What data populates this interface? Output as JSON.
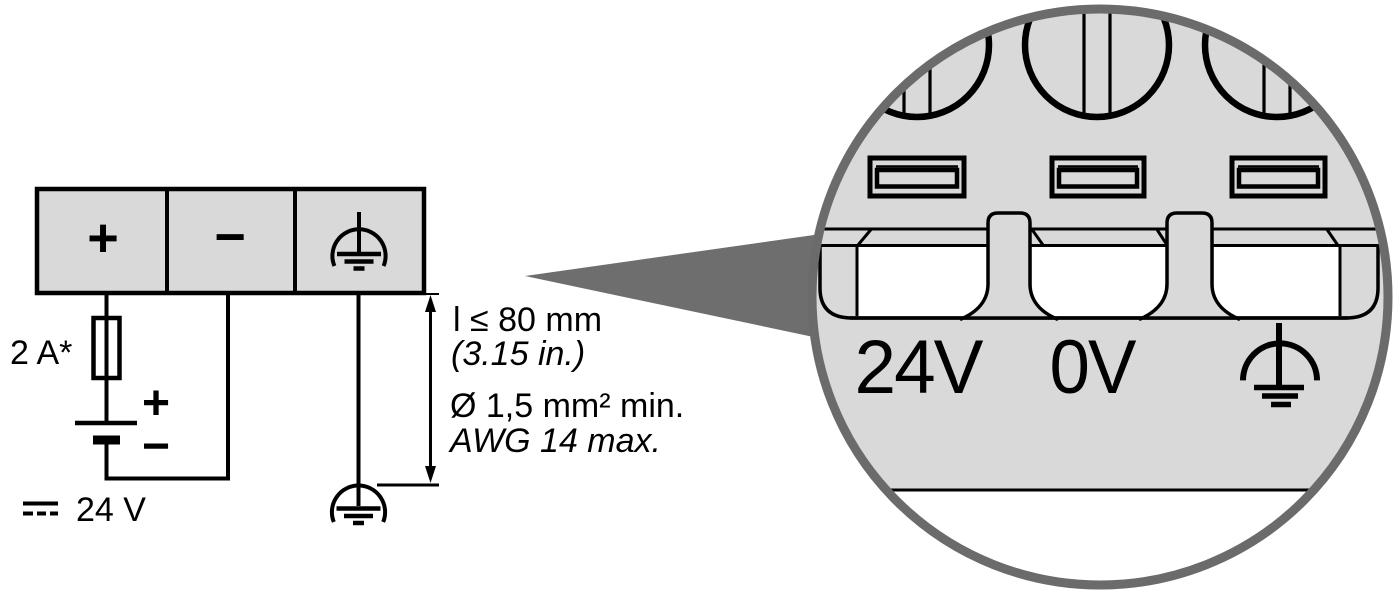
{
  "colors": {
    "panel_gray": "#d9d9d9",
    "ring_gray": "#6b6b6b",
    "wedge_gray": "#6e6e6e",
    "line_black": "#000000",
    "cavity_white": "#ffffff"
  },
  "schematic": {
    "terminal_plus": "+",
    "terminal_minus": "−",
    "fuse_rating": "2 A*",
    "battery_plus": "+",
    "battery_minus": "−",
    "supply_voltage": "24 V",
    "length_limit": "l ≤ 80 mm",
    "length_limit_inches": "(3.15 in.)",
    "wire_size_metric": "Ø 1,5 mm² min.",
    "wire_size_awg": "AWG 14 max."
  },
  "magnified_view": {
    "terminal_24v": "24V",
    "terminal_0v": "0V"
  }
}
